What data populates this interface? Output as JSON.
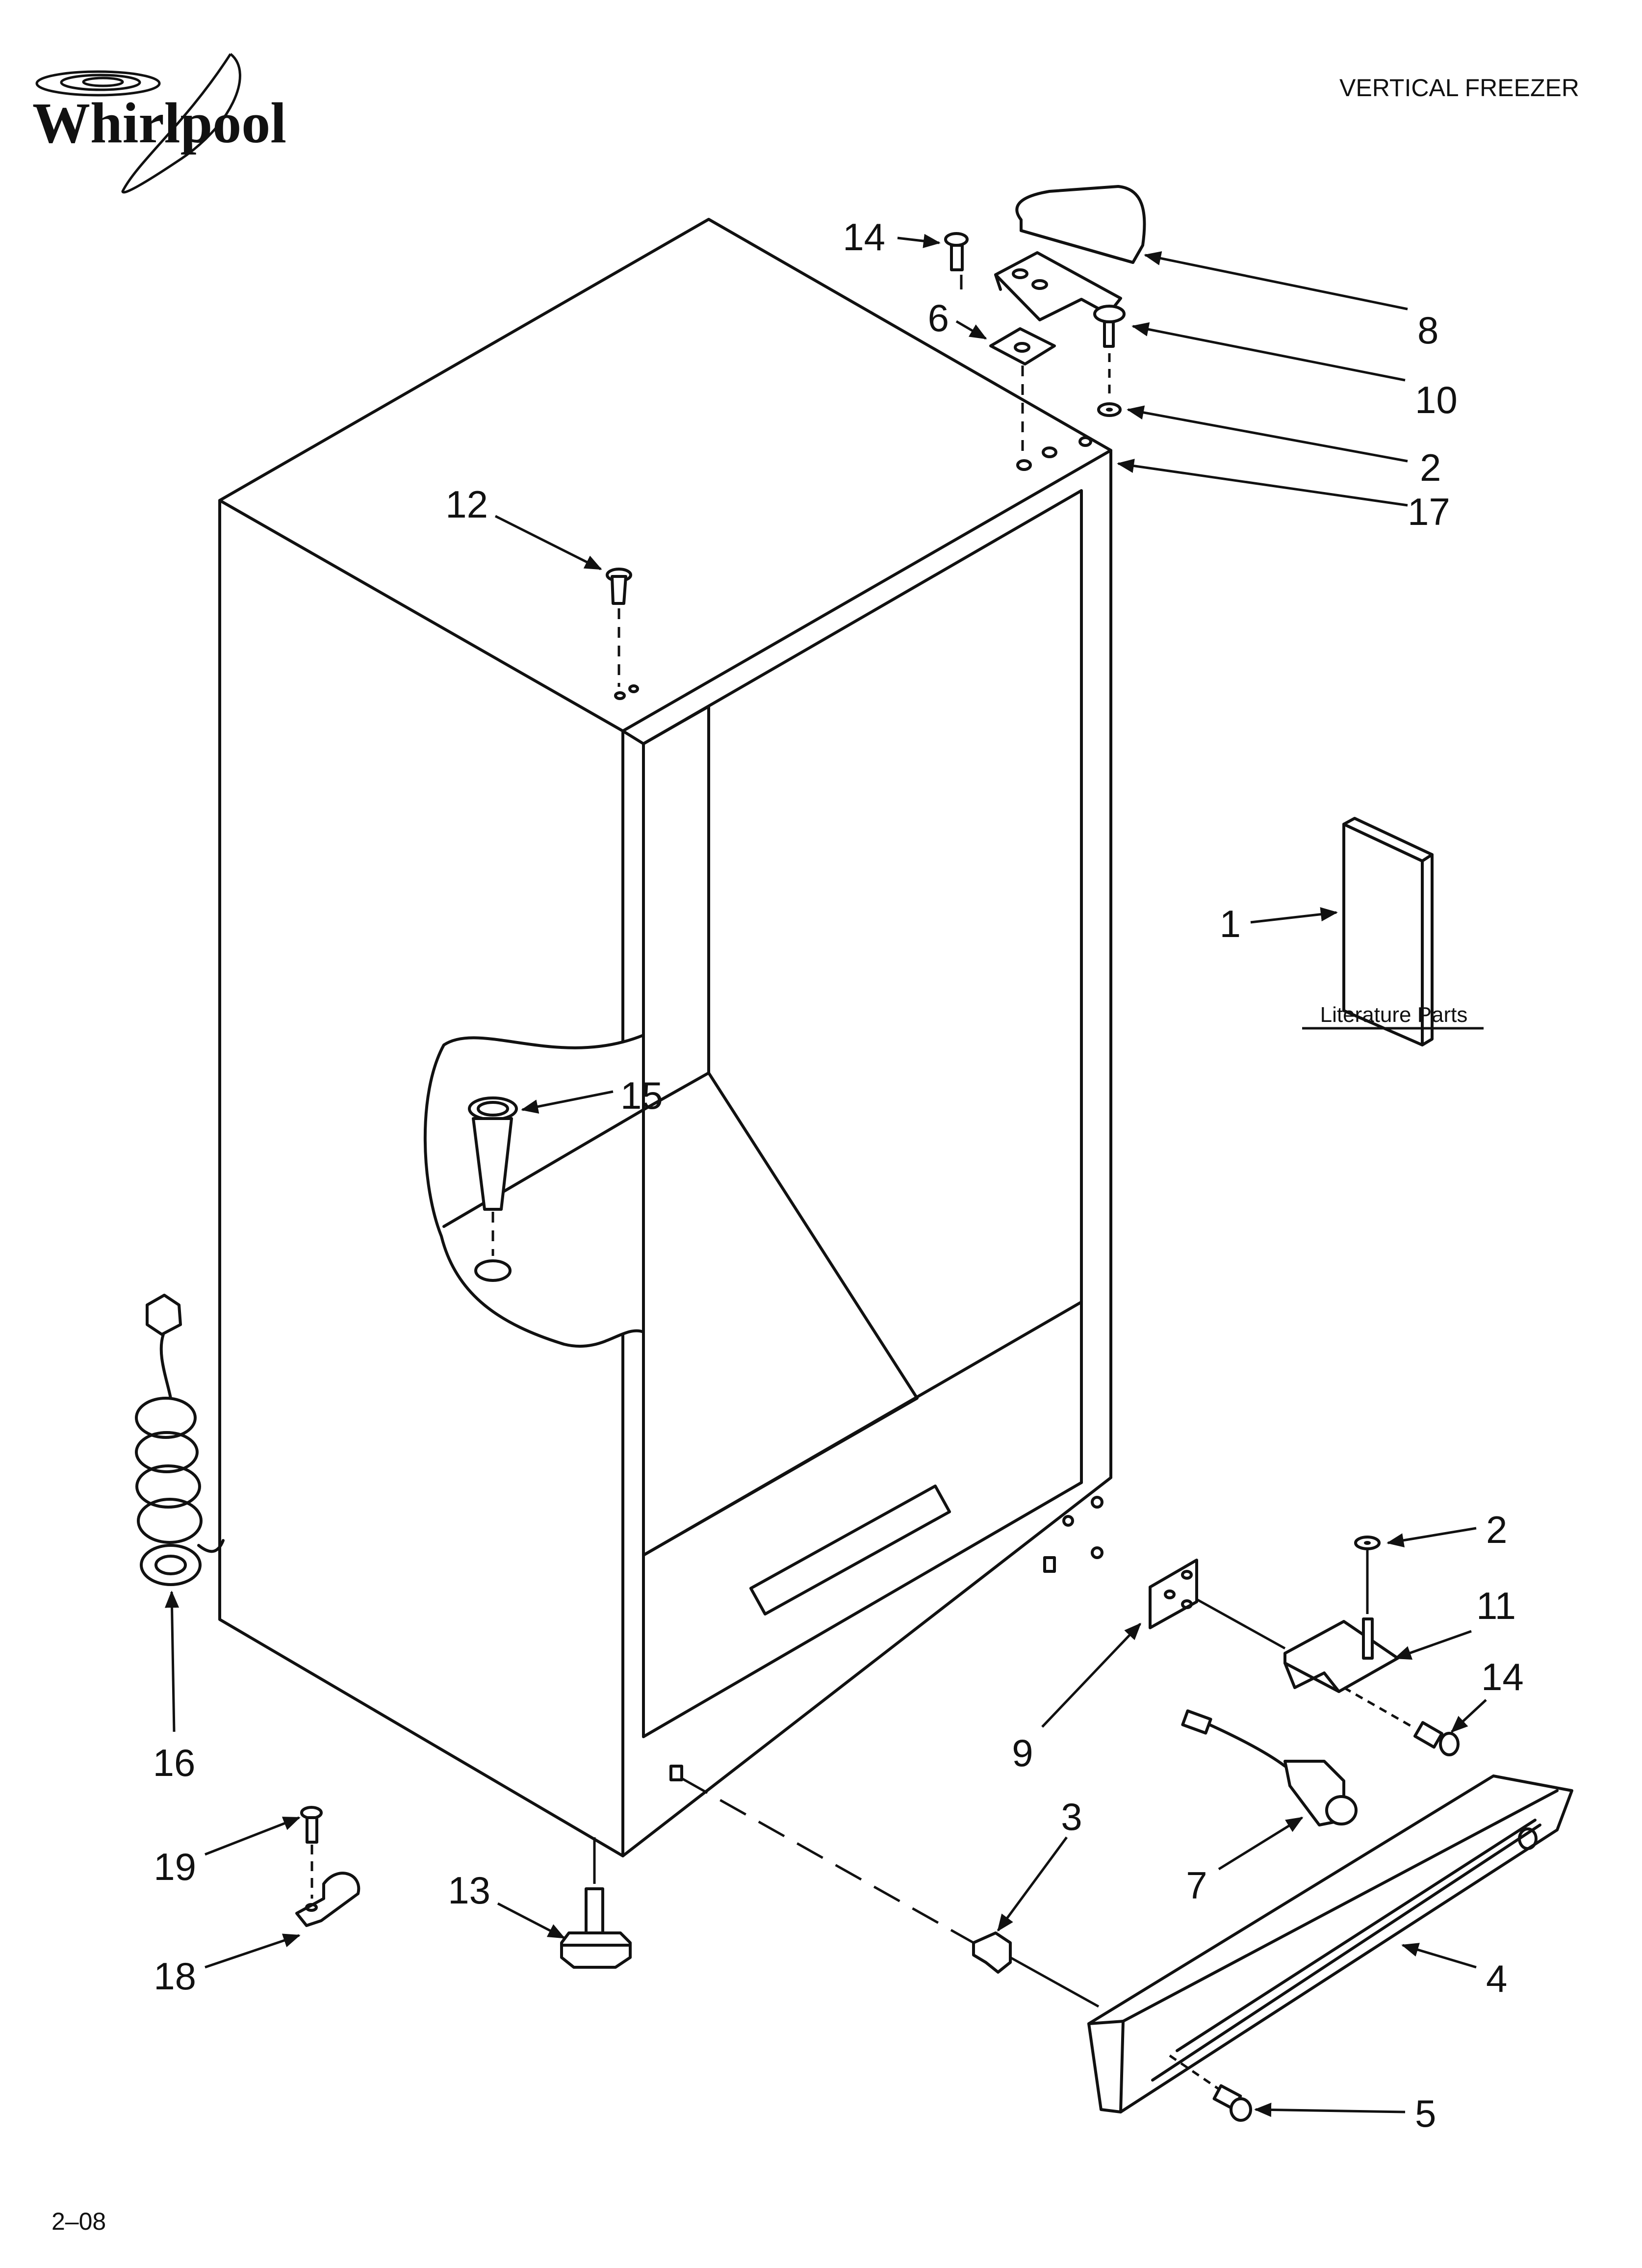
{
  "brand": {
    "name": "Whirlpool",
    "logo_icon": "whirlpool-swirl-logo"
  },
  "header": {
    "title": "VERTICAL FREEZER"
  },
  "literature": {
    "label": "Literature Parts"
  },
  "footer": {
    "code": "2–08"
  },
  "callouts": {
    "c14a": "14",
    "c8": "8",
    "c6": "6",
    "c10": "10",
    "c2a": "2",
    "c17": "17",
    "c12": "12",
    "c1": "1",
    "c15": "15",
    "c16": "16",
    "c2b": "2",
    "c11": "11",
    "c14b": "14",
    "c9": "9",
    "c3": "3",
    "c7": "7",
    "c19": "19",
    "c13": "13",
    "c18": "18",
    "c4": "4",
    "c5": "5"
  }
}
